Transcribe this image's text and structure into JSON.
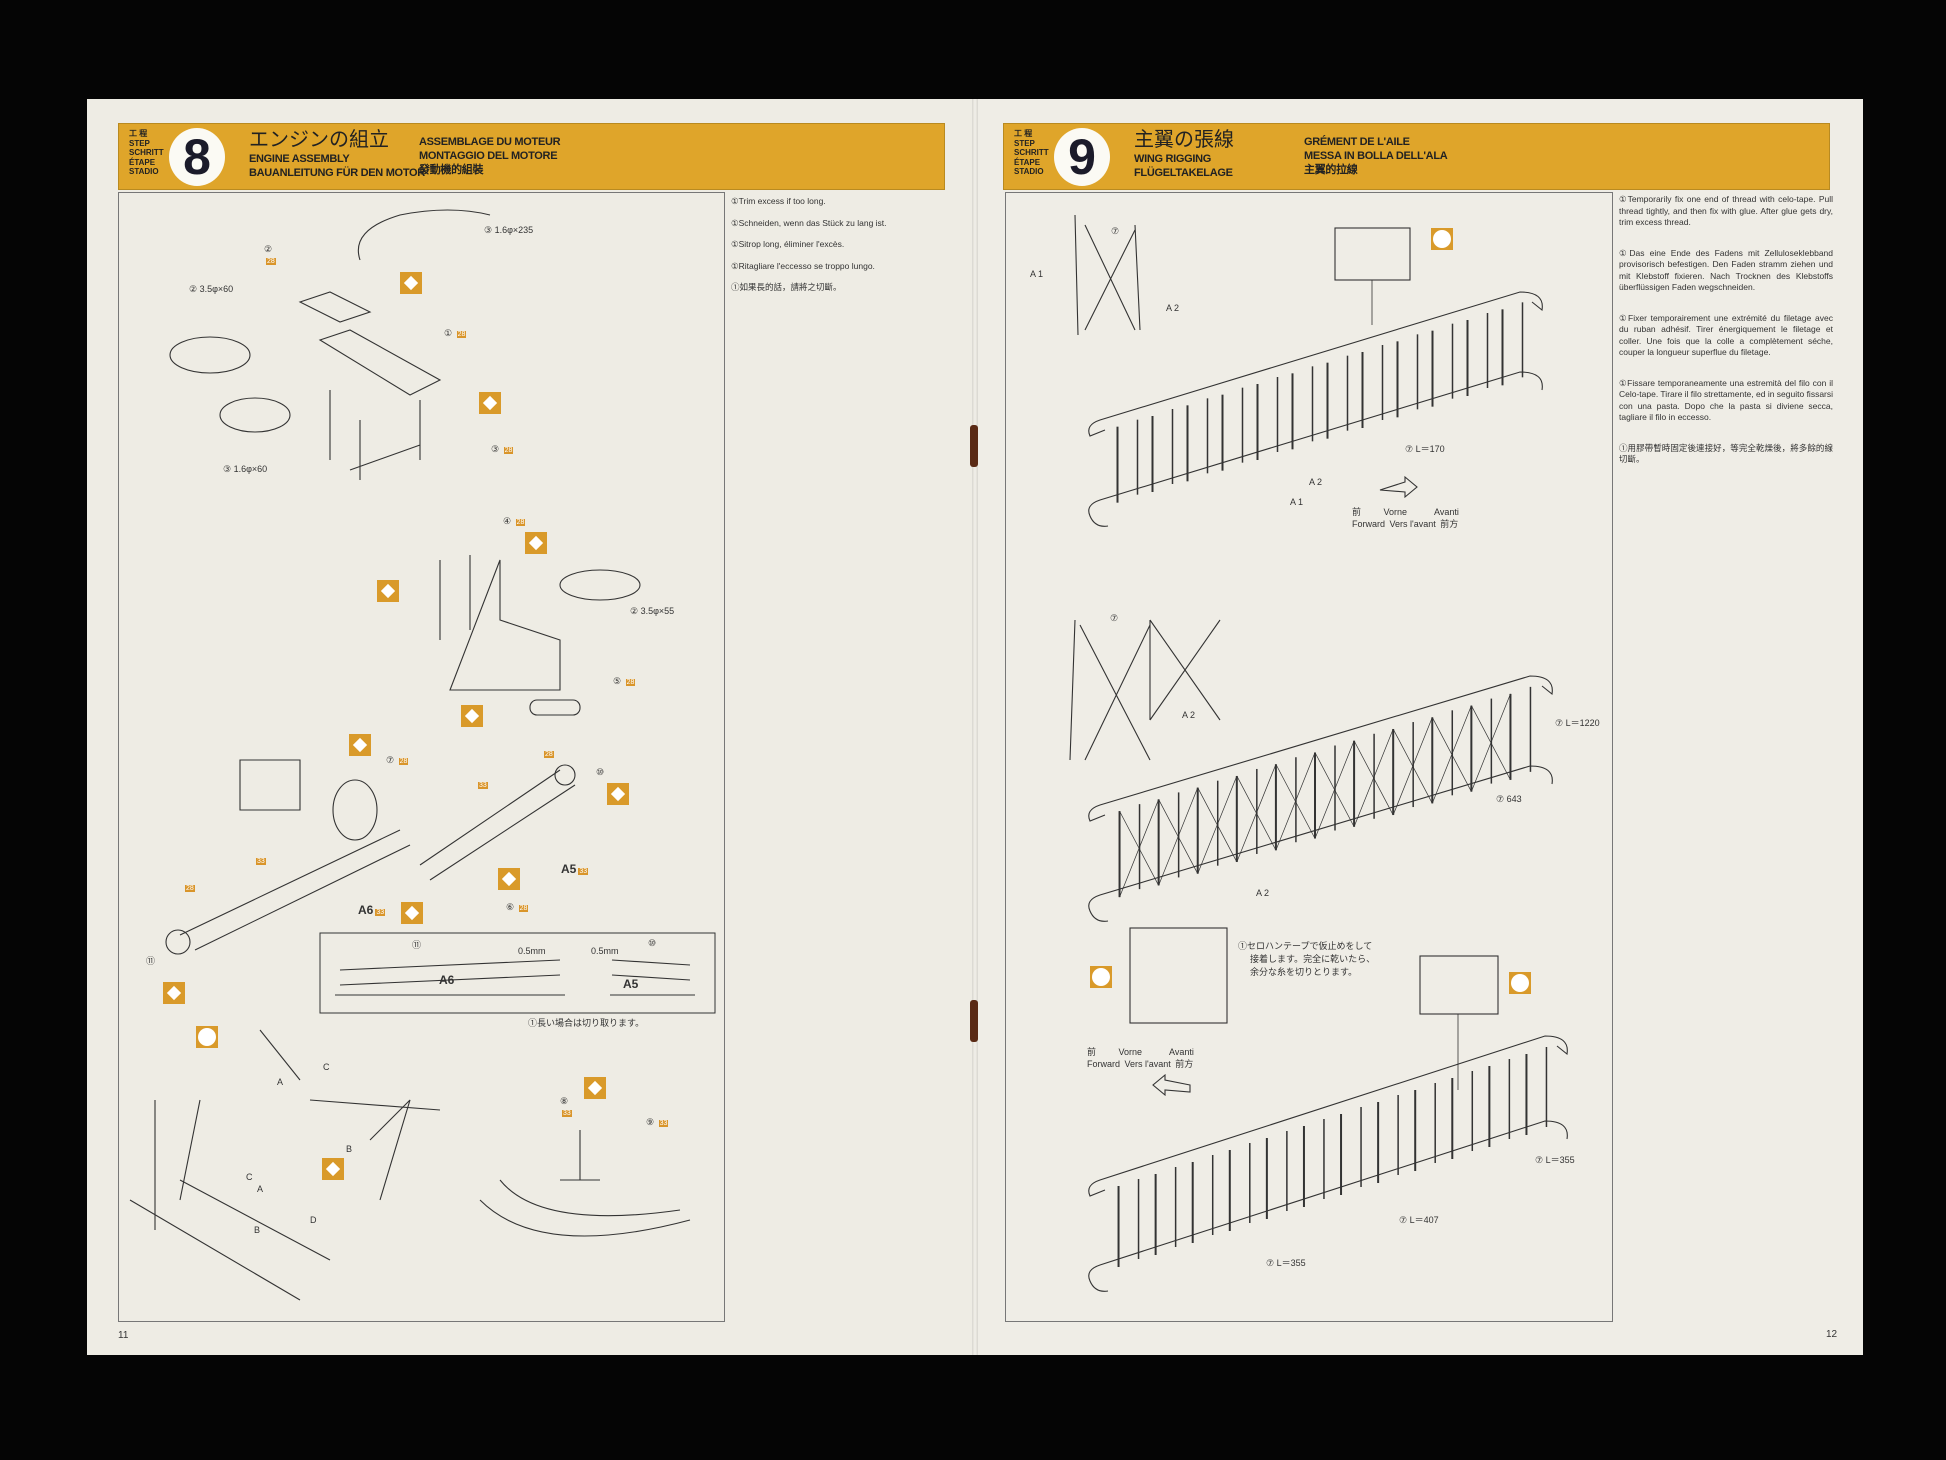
{
  "pages": {
    "left_number": "11",
    "right_number": "12"
  },
  "step_labels": [
    "工 程",
    "STEP",
    "SCHRITT",
    "ÉTAPE",
    "STADIO"
  ],
  "step8": {
    "number": "8",
    "title_jp": "エンジンの組立",
    "title_en": "ENGINE ASSEMBLY",
    "title_de": "BAUANLEITUNG FÜR DEN MOTOR",
    "title_fr": "ASSEMBLAGE DU MOTEUR",
    "title_it": "MONTAGGIO DEL MOTORE",
    "title_zh": "發動機的組裝",
    "notes": [
      "①Trim excess if too long.",
      "①Schneiden, wenn das Stück zu lang ist.",
      "①Sitrop long, éliminer l'excès.",
      "①Ritagliare l'eccesso se troppo lungo.",
      "①如果長的話，請將之切斷。"
    ],
    "labels": [
      "③ 1.6φ×235",
      "②",
      "28",
      "② 3.5φ×60",
      "① ",
      "28",
      "③ ",
      "28",
      "③ 1.6φ×60",
      "④ ",
      "28",
      "② 3.5φ×55",
      "⑤ ",
      "28",
      "⑦ ",
      "28",
      "28",
      "33",
      "⑩",
      "33",
      "28",
      "A5",
      "33",
      "A6",
      "33",
      "⑥ ",
      "28",
      "⑪",
      "⑪",
      "0.5mm",
      "0.5mm",
      "⑩",
      "A6",
      "A5",
      "①長い場合は切り取ります。",
      "C",
      "A",
      "B",
      "C",
      "A",
      "D",
      "B",
      "⑧",
      "33",
      "⑨ ",
      "33"
    ]
  },
  "step9": {
    "number": "9",
    "title_jp": "主翼の張線",
    "title_en": "WING RIGGING",
    "title_de": "FLÜGELTAKELAGE",
    "title_fr": "GRÉMENT DE L'AILE",
    "title_it": "MESSA IN BOLLA DELL'ALA",
    "title_zh": "主翼的拉線",
    "notes": [
      "①Temporarily fix one end of thread with celo-tape. Pull thread tightly, and then fix with glue. After glue gets dry, trim excess thread.",
      "①Das eine Ende des Fadens mit Zelluloseklebband provisorisch befestigen. Den Faden stramm ziehen und mit Klebstoff fixieren. Nach Trocknen des Klebstoffs überflüssigen Faden wegschneiden.",
      "①Fixer temporairement une extrémité du filetage avec du ruban adhésif. Tirer énergiquement le filetage et coller. Une fois que la colle a complètement séche, couper la longueur superflue du filetage.",
      "①Fissare temporaneamente una estremità del filo con il Celo-tape. Tirare il filo strettamente, ed in seguito fissarsi con una pasta. Dopo che la pasta si diviene secca, tagliare il filo in eccesso.",
      "①用膠帶暫時固定後連接好，等完全乾燥後，將多餘的線切斷。"
    ],
    "labels": [
      "⑦",
      "A 1",
      "A 2",
      "⑦ L＝170",
      "A 2",
      "A 1",
      "⑦",
      "A 2",
      "⑦ L＝1220",
      "⑦ 643",
      "A 2",
      "①セロハンテープで仮止めをして",
      "接着します。完全に乾いたら、",
      "余分な糸を切りとります。",
      "⑦ L＝355",
      "⑦ L＝407",
      "⑦ L＝355"
    ],
    "direction": {
      "jp": "前",
      "en": "Forward",
      "de": "Vorne",
      "fr": "Vers l'avant",
      "it": "Avanti",
      "zh": "前方"
    }
  },
  "colors": {
    "accent": "#dfa52a",
    "paper": "#eeece4"
  }
}
